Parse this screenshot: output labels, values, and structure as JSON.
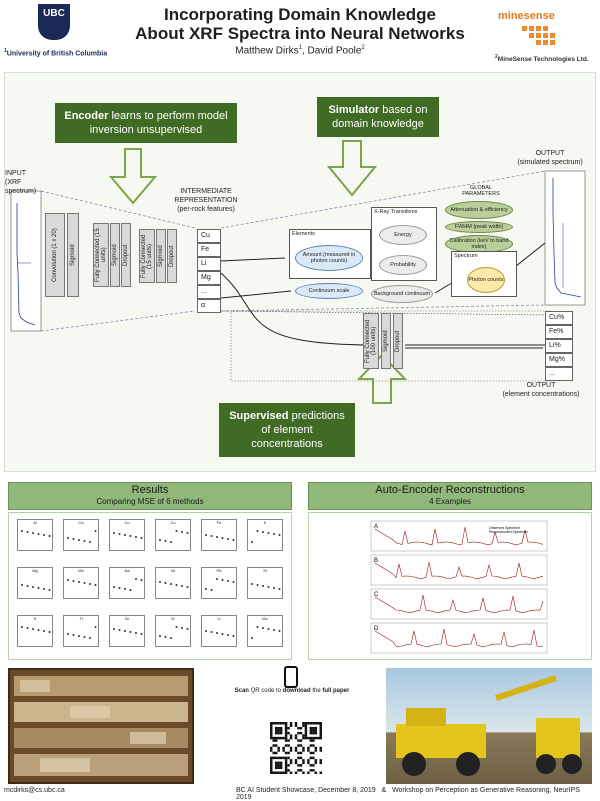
{
  "header": {
    "ubc_logo": "UBC",
    "ubc_name": "University of British Columbia",
    "ubc_mark": "1",
    "title_line1": "Incorporating Domain Knowledge",
    "title_line2": "About XRF Spectra into Neural Networks",
    "author1": "Matthew Dirks",
    "author2": "David Poole",
    "minesense_logo": "minesense",
    "minesense_name": "MineSense Technologies Ltd.",
    "ms_mark": "2"
  },
  "diagram": {
    "callout_encoder_bold": "Encoder",
    "callout_encoder_rest": " learns to perform model inversion unsupervised",
    "callout_simulator_bold": "Simulator",
    "callout_simulator_rest": " based on domain knowledge",
    "callout_supervised_bold": "Supervised",
    "callout_supervised_rest": " predictions of element concentrations",
    "input_label": "INPUT",
    "input_sub": "(XRF spectrum)",
    "intermediate_label": "INTERMEDIATE REPRESENTATION",
    "intermediate_sub": "(per-rock features)",
    "output_top": "OUTPUT",
    "output_top_sub": "(simulated spectrum)",
    "output_bottom": "OUTPUT",
    "output_bottom_sub": "(element concentrations)",
    "layers": [
      "Convolution (1 x 20)",
      "Sigmoid",
      "Fully Connected (15 units)",
      "Sigmoid",
      "Dropout",
      "Fully Connected (15 units)",
      "Sigmoid",
      "Dropout"
    ],
    "latent": [
      "Cu",
      "Fe",
      "Li",
      "Mg",
      "...",
      "α"
    ],
    "elements_title": "Elements",
    "amount": "Amount (measured in photon counts)",
    "continuum_scale": "Continuum scale",
    "xray_title": "X-Ray Transitions",
    "energy": "Energy",
    "probability": "Probability",
    "background": "Background continuum",
    "global_title": "GLOBAL PARAMETERS",
    "atten": "Attenuation & efficiency",
    "fwhm": "FWHM (peak width)",
    "calib": "Calibration (keV to band index)",
    "spectrum_title": "Spectrum",
    "photon": "Photon counts",
    "decoder_layers": [
      "Fully Connected (100 units)",
      "Sigmoid",
      "Dropout"
    ],
    "outputs": [
      "Cu%",
      "Fe%",
      "Li%",
      "Mg%",
      "..."
    ]
  },
  "results": {
    "title": "Results",
    "subtitle": "Comparing MSE of 6 methods",
    "plot_titles": [
      "Al",
      "Ca",
      "Co",
      "Cu",
      "Fe",
      "K",
      "Mg",
      "Mn",
      "Na",
      "Ni",
      "Pb",
      "Si",
      "S",
      "Ti",
      "Zn",
      "Zr",
      "Li",
      "Mo"
    ]
  },
  "recon": {
    "title": "Auto-Encoder Reconstructions",
    "subtitle": "4 Examples",
    "examples": [
      "A",
      "B",
      "C",
      "D"
    ],
    "legend1": "Observed Spectrum",
    "legend2": "Reconstructed Spectrum"
  },
  "qr": {
    "text1": "Scan",
    "text2": " QR code to ",
    "text3": "download",
    "text4": " the ",
    "text5": "full paper"
  },
  "footer": {
    "email": "mcdirks@cs.ubc.ca",
    "venue1": "BC AI Student Showcase, December 8, 2019",
    "amp": "&",
    "venue2": "Workshop on Perception as Generative Reasoning, NeurIPS 2019"
  },
  "colors": {
    "accent_green": "#3f6b24",
    "section_green": "#8fb87a",
    "ubc_navy": "#1b2a55",
    "minesense_orange": "#ef8a2a"
  }
}
